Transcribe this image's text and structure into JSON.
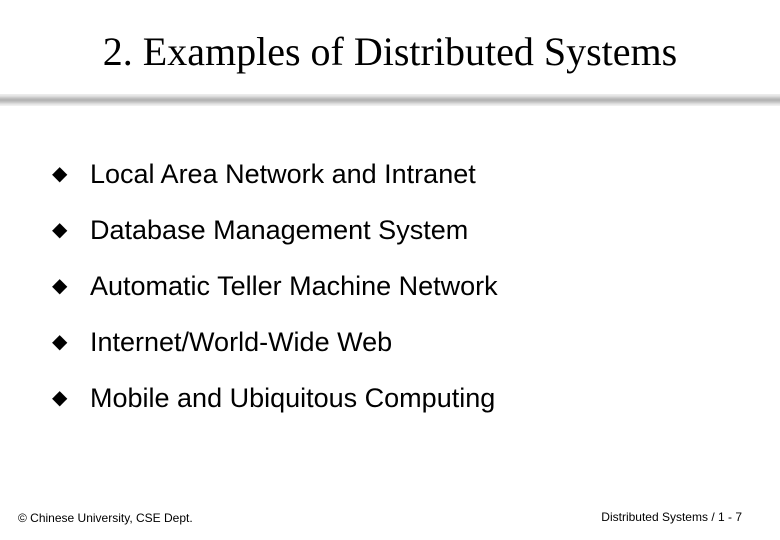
{
  "slide": {
    "title": "2. Examples of Distributed Systems",
    "bullet_icon": "diamond-bullet-icon",
    "bullet_glyph": "◆",
    "bullets": [
      "Local Area Network and Intranet",
      "Database Management System",
      "Automatic Teller Machine Network",
      "Internet/World-Wide Web",
      "Mobile and Ubiquitous Computing"
    ]
  },
  "footer": {
    "left": "© Chinese University, CSE Dept.",
    "right": "Distributed Systems / 1 - 7"
  },
  "colors": {
    "text": "#000000",
    "background": "#ffffff",
    "rule": "#b0b0b0"
  }
}
